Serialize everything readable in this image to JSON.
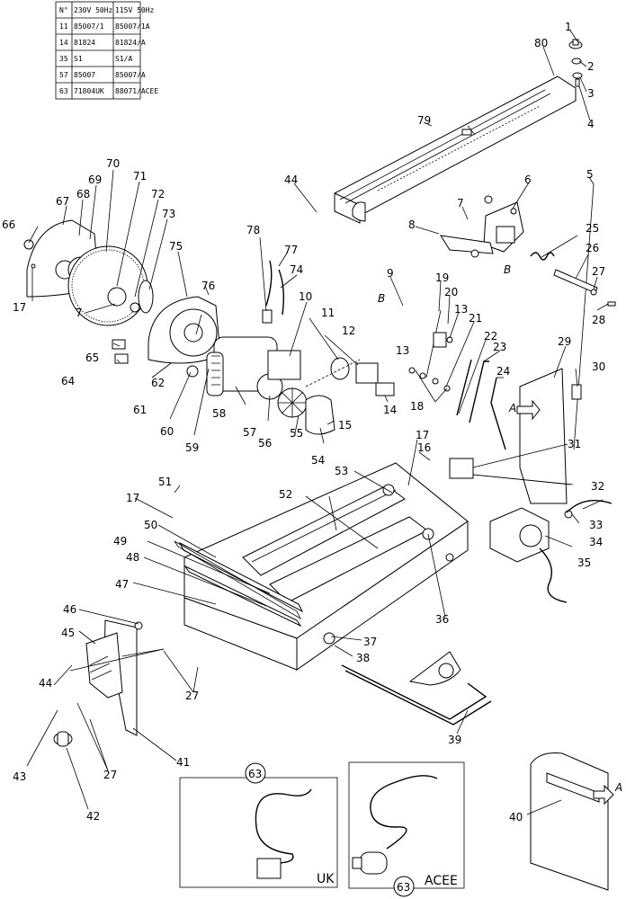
{
  "table": {
    "headers": [
      "N°",
      "230V 50Hz",
      "115V 50Hz"
    ],
    "rows": [
      [
        "11",
        "85007/1",
        "85007/1A"
      ],
      [
        "14",
        "81824",
        "81824/A"
      ],
      [
        "35",
        "S1",
        "S1/A"
      ],
      [
        "57",
        "85007",
        "85007/A"
      ],
      [
        "63",
        "71804UK",
        "88071/ACEE"
      ]
    ]
  },
  "callouts": [
    "1",
    "2",
    "3",
    "4",
    "5",
    "6",
    "7",
    "8",
    "9",
    "10",
    "11",
    "12",
    "13",
    "14",
    "15",
    "16",
    "17",
    "18",
    "19",
    "20",
    "21",
    "22",
    "23",
    "24",
    "25",
    "26",
    "27",
    "28",
    "29",
    "30",
    "31",
    "32",
    "33",
    "34",
    "35",
    "36",
    "37",
    "38",
    "39",
    "40",
    "41",
    "42",
    "43",
    "44",
    "45",
    "46",
    "47",
    "48",
    "49",
    "50",
    "51",
    "52",
    "53",
    "54",
    "55",
    "56",
    "57",
    "58",
    "59",
    "60",
    "61",
    "62",
    "63",
    "64",
    "65",
    "66",
    "67",
    "68",
    "69",
    "70",
    "71",
    "72",
    "73",
    "74",
    "75",
    "76",
    "77",
    "78",
    "79",
    "80"
  ],
  "markers": {
    "view_b": "B",
    "view_a": "A"
  },
  "insets": {
    "uk": {
      "callout": "63",
      "label": "UK"
    },
    "acee": {
      "callout": "63",
      "label": "ACEE"
    }
  }
}
